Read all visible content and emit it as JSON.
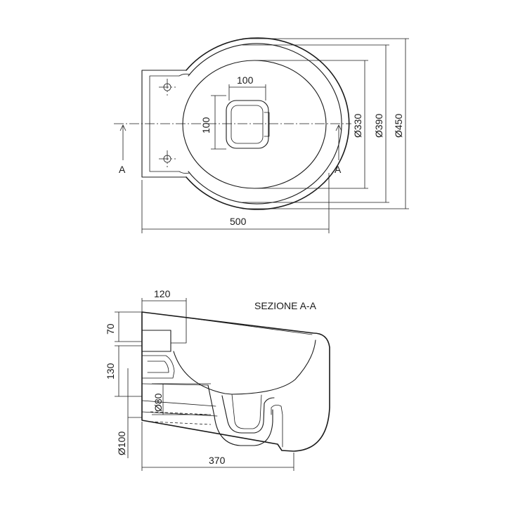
{
  "section_title": "SEZIONE A-A",
  "plan": {
    "section_mark_left": "A",
    "section_mark_right": "A",
    "dim_overall_width": "500",
    "dim_outlet_width": "100",
    "dim_outlet_height": "100",
    "dim_inner_diameter": "Ø330",
    "dim_middle_diameter": "Ø390",
    "dim_outer_diameter": "Ø450"
  },
  "section": {
    "dim_wall_depth": "120",
    "dim_top_offset": "70",
    "dim_fixing_spacing": "130",
    "dim_pipe_80": "Ø80",
    "dim_pipe_100": "Ø100",
    "dim_overall_length": "370"
  }
}
